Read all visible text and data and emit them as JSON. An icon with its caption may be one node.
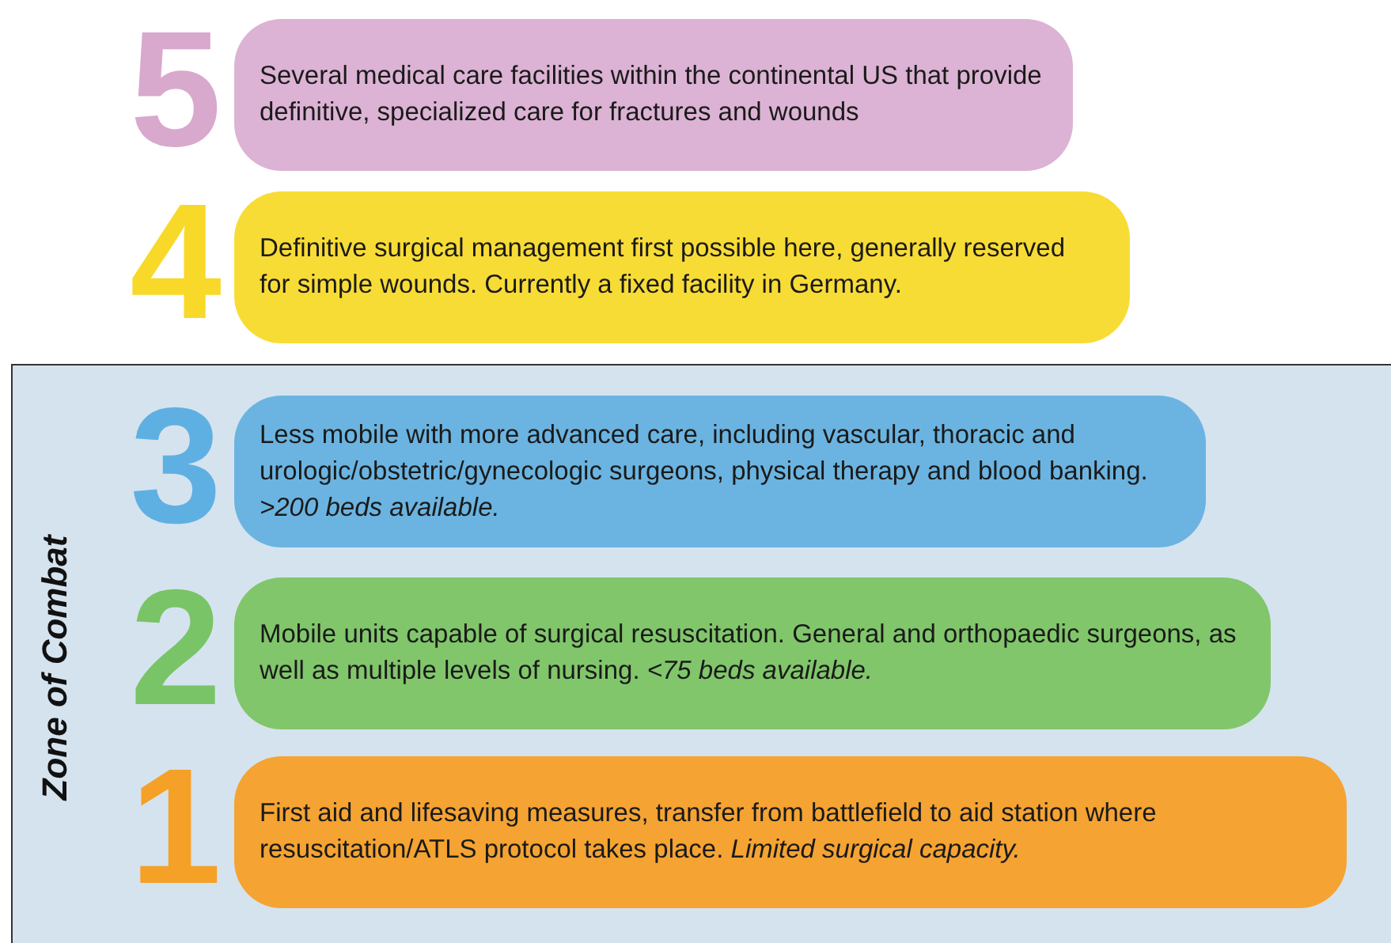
{
  "diagram": {
    "nodes": [
      {
        "text": [
          "Zone of Combat"
        ]
      },
      {
        "text": [
          "5",
          "Several medical care facilities within the continental US that provide definitive, specialized care for fractures and wounds"
        ]
      },
      {
        "text": [
          "4",
          "Definitive surgical management first possible here, generally reserved for simple wounds. Currently a fixed facility in Germany."
        ]
      },
      {
        "text": [
          "3",
          "Less mobile with more advanced care, including vascular, thoracic and urologic/obstetric/gynecologic surgeons, physical therapy and blood banking. *>200 beds available.*"
        ],
        "in": 0
      },
      {
        "text": [
          "2",
          "Mobile units capable of surgical resuscitation. General and orthopaedic surgeons, as well as multiple levels of nursing. *<75 beds available.*"
        ],
        "in": 0
      },
      {
        "text": [
          "1",
          "First aid and lifesaving measures, transfer from battlefield to aid station where resuscitation/ATLS protocol takes place. *Limited surgical capacity.*"
        ],
        "in": 0
      }
    ]
  }
}
